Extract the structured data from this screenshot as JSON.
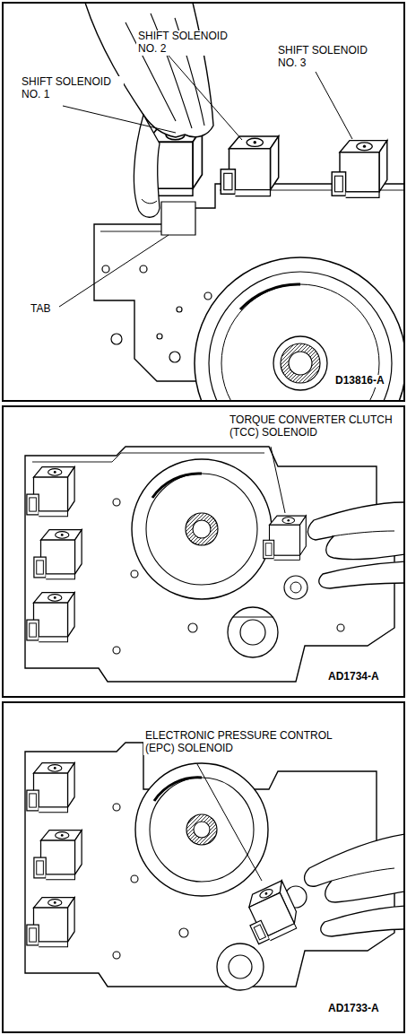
{
  "diagram": {
    "nodes": [
      {
        "text": [
          "SHIFT SOLENOID NO. 1",
          "SHIFT SOLENOID NO. 2",
          "SHIFT SOLENOID NO. 3",
          "TAB",
          "D13816-A"
        ]
      },
      {
        "text": [
          "TORQUE CONVERTER CLUTCH (TCC) SOLENOID",
          "AD1734-A"
        ]
      },
      {
        "text": [
          "ELECTRONIC PRESSURE CONTROL (EPC) SOLENOID",
          "AD1733-A"
        ]
      }
    ]
  }
}
